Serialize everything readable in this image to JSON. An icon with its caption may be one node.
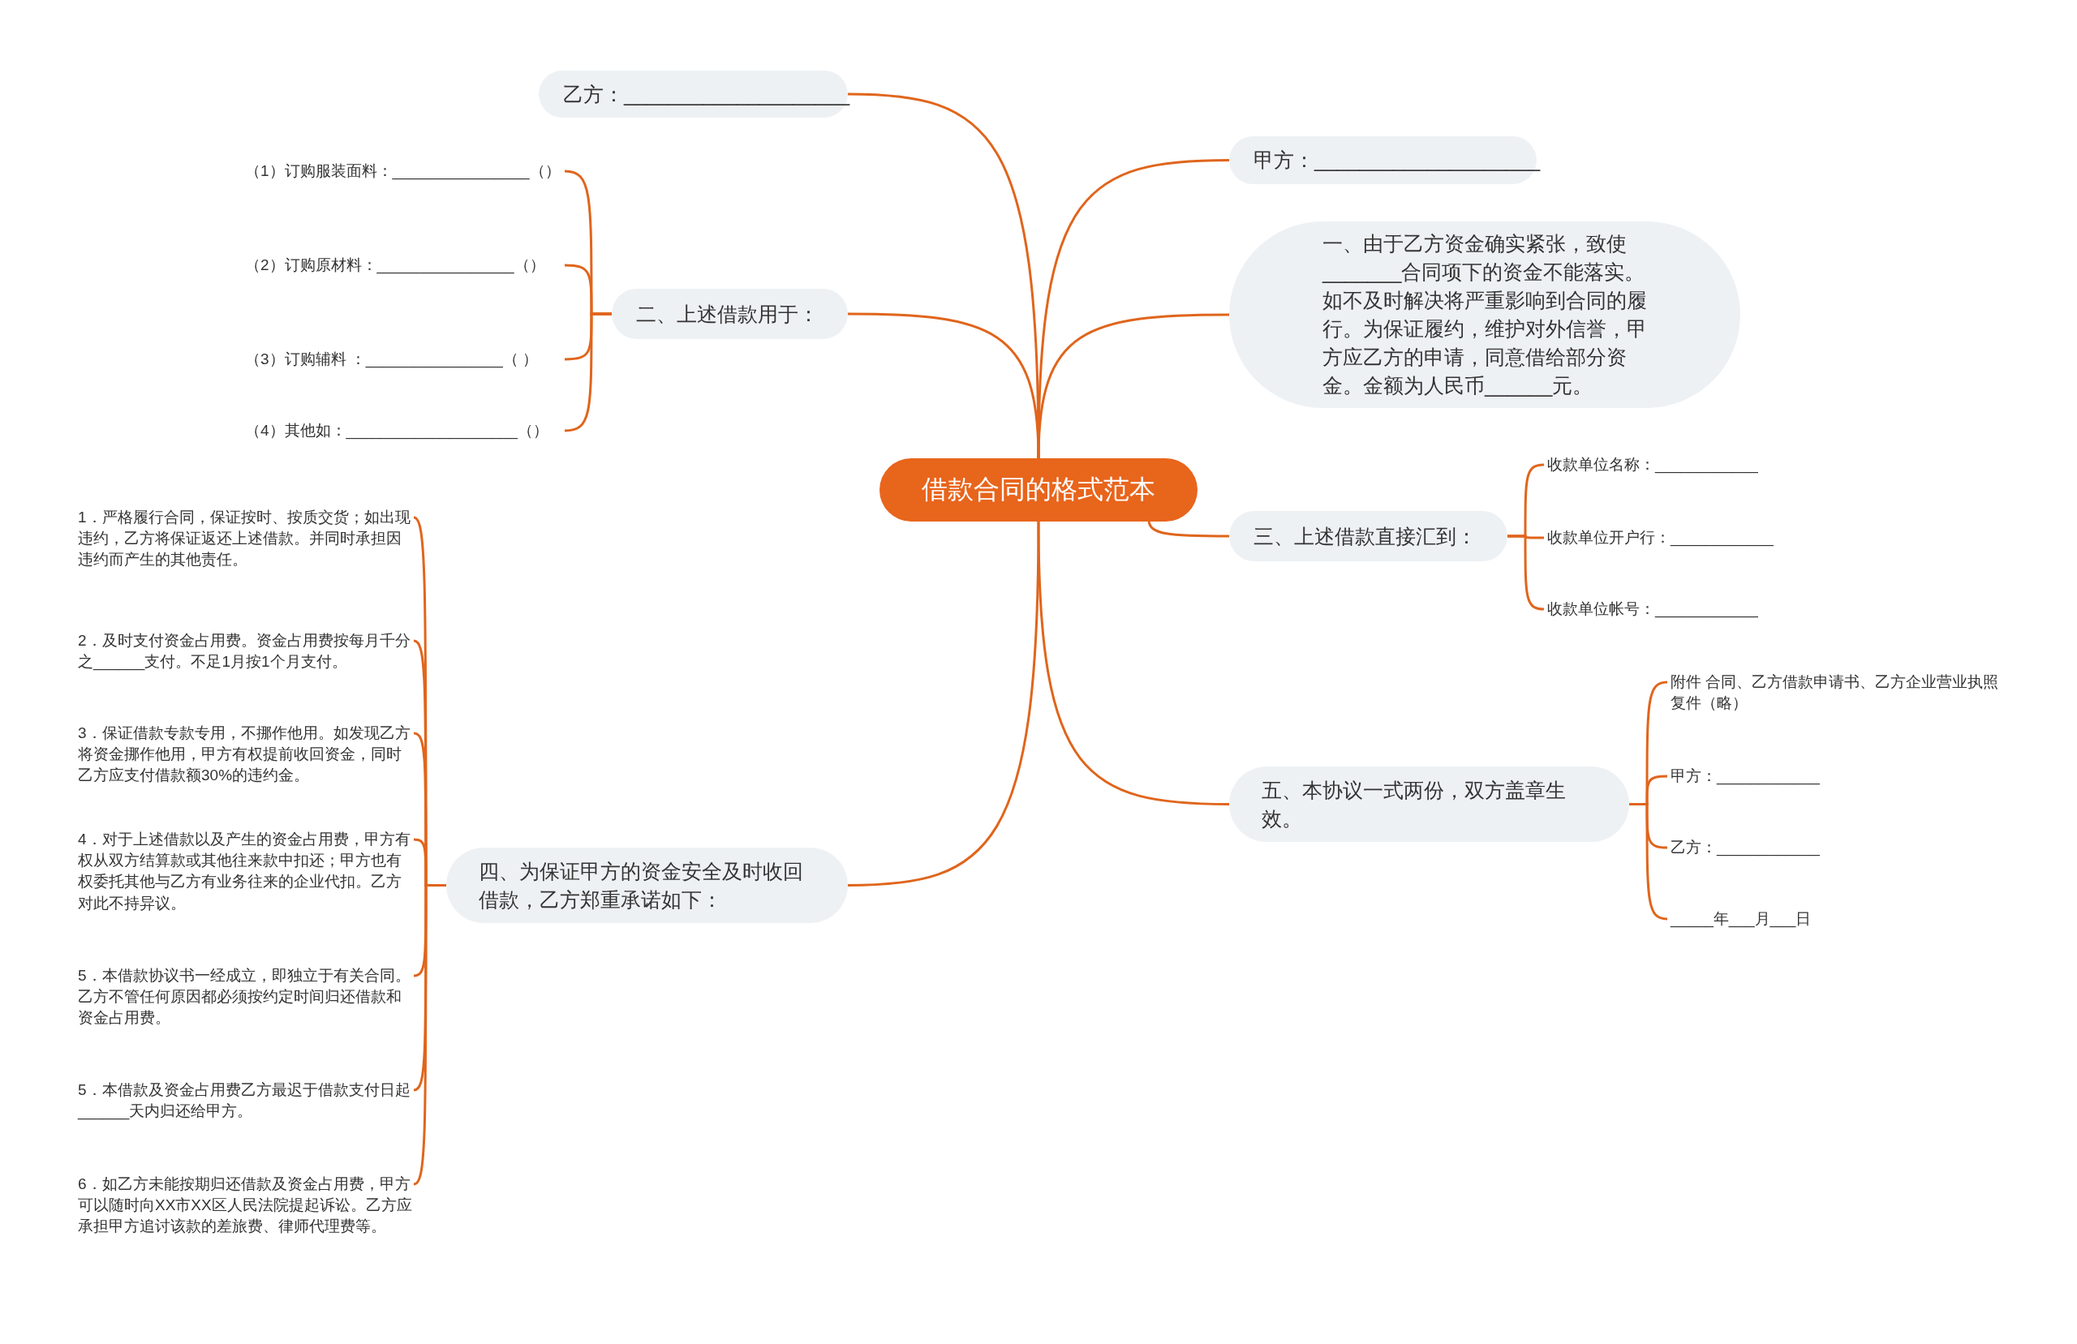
{
  "diagram": {
    "nodes": [
      {
        "text": [
          "借款合同的格式范本"
        ]
      },
      {
        "text": [
          "乙方：____________________"
        ]
      },
      {
        "text": [
          "甲方：____________________"
        ]
      },
      {
        "text": [
          "一、由于乙方资金确实紧张，致使_______合同项下的资金不能落实。如不及时解决将严重影响到合同的履行。为保证履约，维护对外信誉，甲方应乙方的申请，同意借给部分资金。金额为人民币______元。"
        ]
      },
      {
        "text": [
          "二、上述借款用于："
        ]
      },
      {
        "text": [
          "（1）订购服装面料：________________（）"
        ]
      },
      {
        "text": [
          "（2）订购原材料：________________（）"
        ]
      },
      {
        "text": [
          "（3）订购辅料 ：________________（ ）"
        ]
      },
      {
        "text": [
          "（4）其他如：____________________（）"
        ]
      },
      {
        "text": [
          "三、上述借款直接汇到："
        ]
      },
      {
        "text": [
          "收款单位名称：____________"
        ]
      },
      {
        "text": [
          "收款单位开户行：____________"
        ]
      },
      {
        "text": [
          "收款单位帐号：____________"
        ]
      },
      {
        "text": [
          "五、本协议一式两份，双方盖章生效。"
        ]
      },
      {
        "text": [
          "附件 合同、乙方借款申请书、乙方企业营业执照复件（略）"
        ]
      },
      {
        "text": [
          "甲方：____________"
        ]
      },
      {
        "text": [
          "乙方：____________"
        ]
      },
      {
        "text": [
          "_____年___月___日"
        ]
      },
      {
        "text": [
          "四、为保证甲方的资金安全及时收回借款，乙方郑重承诺如下："
        ]
      },
      {
        "text": [
          "1．严格履行合同，保证按时、按质交货；如出现违约，乙方将保证返还上述借款。并同时承担因违约而产生的其他责任。"
        ]
      },
      {
        "text": [
          "2．及时支付资金占用费。资金占用费按每月千分之______支付。不足1月按1个月支付。"
        ]
      },
      {
        "text": [
          "3．保证借款专款专用，不挪作他用。如发现乙方将资金挪作他用，甲方有权提前收回资金，同时乙方应支付借款额30%的违约金。"
        ]
      },
      {
        "text": [
          "4．对于上述借款以及产生的资金占用费，甲方有权从双方结算款或其他往来款中扣还；甲方也有权委托其他与乙方有业务往来的企业代扣。乙方对此不持异议。"
        ]
      },
      {
        "text": [
          "5．本借款协议书一经成立，即独立于有关合同。乙方不管任何原因都必须按约定时间归还借款和资金占用费。"
        ]
      },
      {
        "text": [
          "5．本借款及资金占用费乙方最迟于借款支付日起______天内归还给甲方。"
        ]
      },
      {
        "text": [
          "6．如乙方未能按期归还借款及资金占用费，甲方可以随时向XX市XX区人民法院提起诉讼。乙方应承担甲方追讨该款的差旅费、律师代理费等。"
        ]
      }
    ],
    "edges": [
      {
        "from": 0,
        "to": 1,
        "arrow": "none"
      },
      {
        "from": 0,
        "to": 2,
        "arrow": "none"
      },
      {
        "from": 0,
        "to": 3,
        "arrow": "none"
      },
      {
        "from": 0,
        "to": 4,
        "arrow": "none"
      },
      {
        "from": 0,
        "to": 9,
        "arrow": "none"
      },
      {
        "from": 0,
        "to": 13,
        "arrow": "none"
      },
      {
        "from": 0,
        "to": 18,
        "arrow": "none"
      },
      {
        "from": 4,
        "to": 5,
        "arrow": "none"
      },
      {
        "from": 4,
        "to": 6,
        "arrow": "none"
      },
      {
        "from": 4,
        "to": 7,
        "arrow": "none"
      },
      {
        "from": 4,
        "to": 8,
        "arrow": "none"
      },
      {
        "from": 9,
        "to": 10,
        "arrow": "none"
      },
      {
        "from": 9,
        "to": 11,
        "arrow": "none"
      },
      {
        "from": 9,
        "to": 12,
        "arrow": "none"
      },
      {
        "from": 13,
        "to": 14,
        "arrow": "none"
      },
      {
        "from": 13,
        "to": 15,
        "arrow": "none"
      },
      {
        "from": 13,
        "to": 16,
        "arrow": "none"
      },
      {
        "from": 13,
        "to": 17,
        "arrow": "none"
      },
      {
        "from": 18,
        "to": 19,
        "arrow": "none"
      },
      {
        "from": 18,
        "to": 20,
        "arrow": "none"
      },
      {
        "from": 18,
        "to": 21,
        "arrow": "none"
      },
      {
        "from": 18,
        "to": 22,
        "arrow": "none"
      },
      {
        "from": 18,
        "to": 23,
        "arrow": "none"
      },
      {
        "from": 18,
        "to": 24,
        "arrow": "none"
      },
      {
        "from": 18,
        "to": 25,
        "arrow": "none"
      }
    ]
  }
}
